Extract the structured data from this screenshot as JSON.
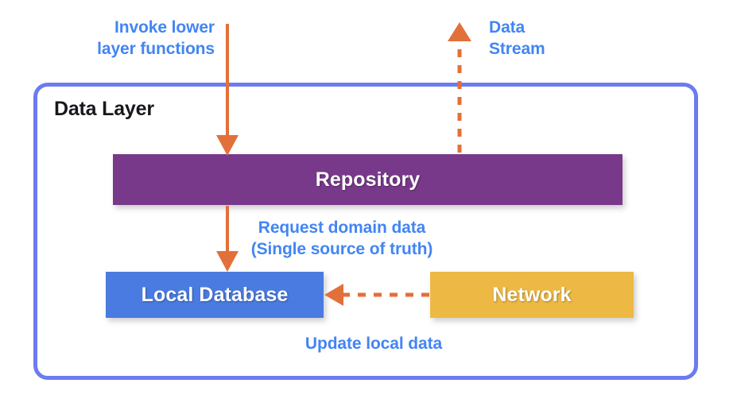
{
  "diagram": {
    "title": "Data Layer",
    "accent_blue": "#4285F4",
    "border_periwinkle": "#6C7BF0",
    "arrow_orange": "#E2703A"
  },
  "container": {
    "label": "Data Layer"
  },
  "nodes": [
    {
      "id": "repository",
      "label": "Repository",
      "color": "#79398A"
    },
    {
      "id": "local-database",
      "label": "Local Database",
      "color": "#4A7BE0"
    },
    {
      "id": "network",
      "label": "Network",
      "color": "#EDB944"
    }
  ],
  "annotations": [
    {
      "id": "invoke-lower-layer-functions",
      "label": "Invoke lower\nlayer functions"
    },
    {
      "id": "data-stream",
      "label": "Data\nStream"
    },
    {
      "id": "request-domain-data",
      "label": "Request domain data\n(Single source of truth)"
    },
    {
      "id": "update-local-data",
      "label": "Update local data"
    }
  ],
  "edges": [
    {
      "id": "invoke-arrow",
      "from": "outside-top",
      "to": "repository",
      "style": "solid",
      "direction": "down"
    },
    {
      "id": "data-stream-arrow",
      "from": "repository",
      "to": "outside-top",
      "style": "dashed",
      "direction": "up"
    },
    {
      "id": "request-arrow",
      "from": "repository",
      "to": "local-database",
      "style": "solid",
      "direction": "down"
    },
    {
      "id": "update-arrow",
      "from": "network",
      "to": "local-database",
      "style": "dashed",
      "direction": "left"
    }
  ]
}
